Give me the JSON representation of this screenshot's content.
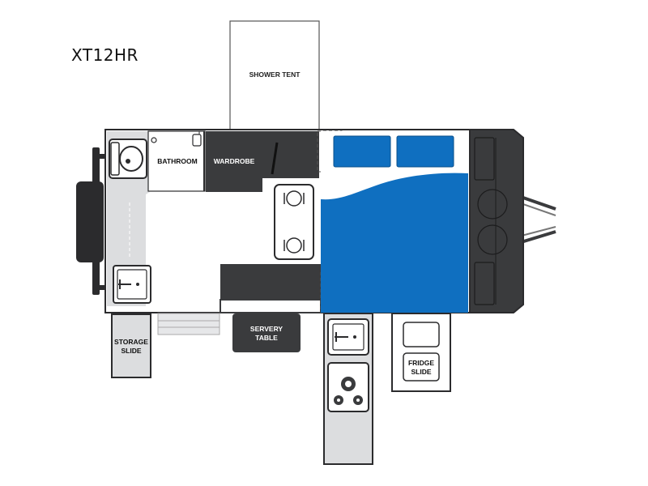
{
  "model": "XT12HR",
  "labels": {
    "shower_tent": "SHOWER TENT",
    "bathroom": "BATHROOM",
    "wardrobe": "WARDROBE",
    "servery_line1": "SERVERY",
    "servery_line2": "TABLE",
    "storage_line1": "STORAGE",
    "storage_line2": "SLIDE",
    "fridge_line1": "FRIDGE",
    "fridge_line2": "SLIDE"
  },
  "colors": {
    "dark": "#3a3b3d",
    "blue": "#0f6fc0",
    "light_grey": "#d9dadc",
    "outline": "#2b2b2d"
  }
}
